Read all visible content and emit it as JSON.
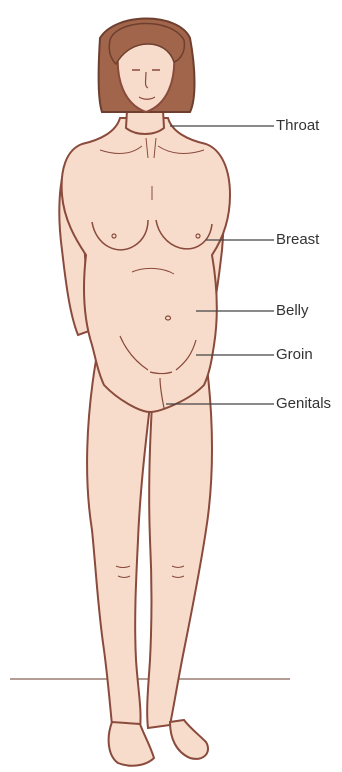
{
  "labels": {
    "throat": "Throat",
    "breast": "Breast",
    "belly": "Belly",
    "groin": "Groin",
    "genitals": "Genitals"
  },
  "colors": {
    "skin": "#f7dccb",
    "outline": "#8a4a3c",
    "hair": "#a0654a",
    "leader_line": "#444444",
    "floor_line": "#9a7e72"
  }
}
